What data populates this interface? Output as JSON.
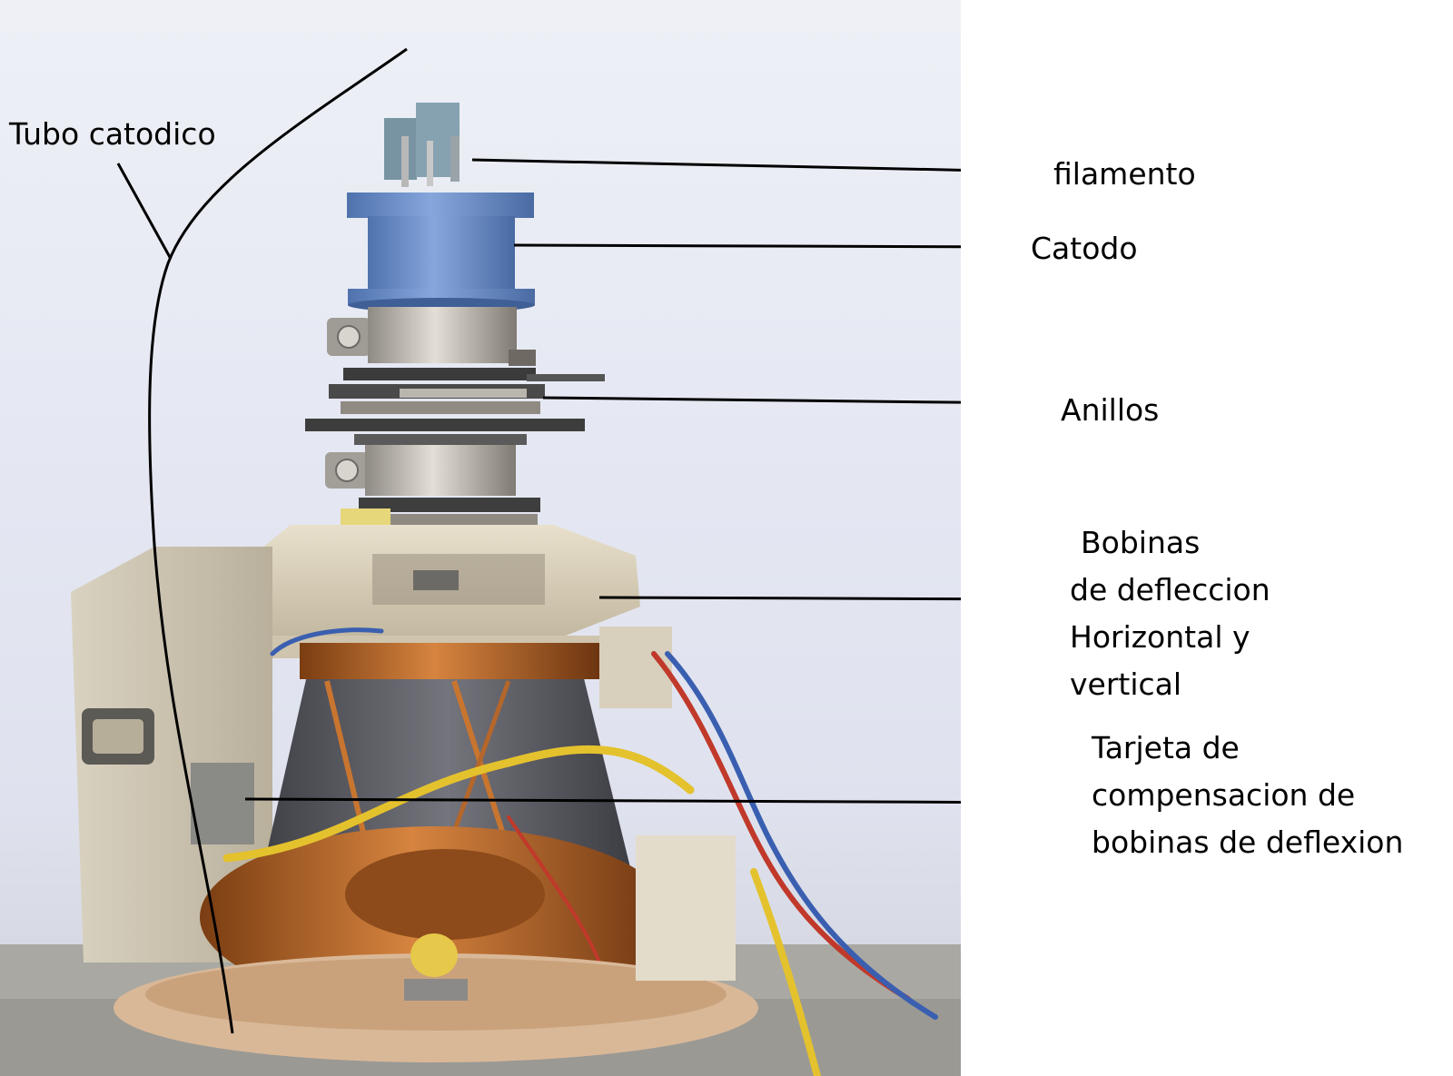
{
  "labels": {
    "tubo": "Tubo catodico",
    "filamento": "filamento",
    "catodo": "Catodo",
    "anillos": "Anillos",
    "bobinas": [
      "Bobinas",
      "de defleccion",
      "Horizontal y",
      "vertical"
    ],
    "tarjeta": [
      "Tarjeta de",
      "compensacion de",
      "bobinas de deflexion"
    ]
  },
  "colors": {
    "background": "#e6e9f3",
    "pin_cap": "#7c98a6",
    "socket_blue": "#6f93cf",
    "metal": "#b9b4ab",
    "copper": "#b8642a",
    "ferrite": "#5f5f66",
    "yoke_plastic": "#d8cdb6",
    "wire_yellow": "#e7c42b",
    "wire_red": "#c0392b",
    "wire_blue": "#3a5fb0",
    "leader": "#000000"
  }
}
